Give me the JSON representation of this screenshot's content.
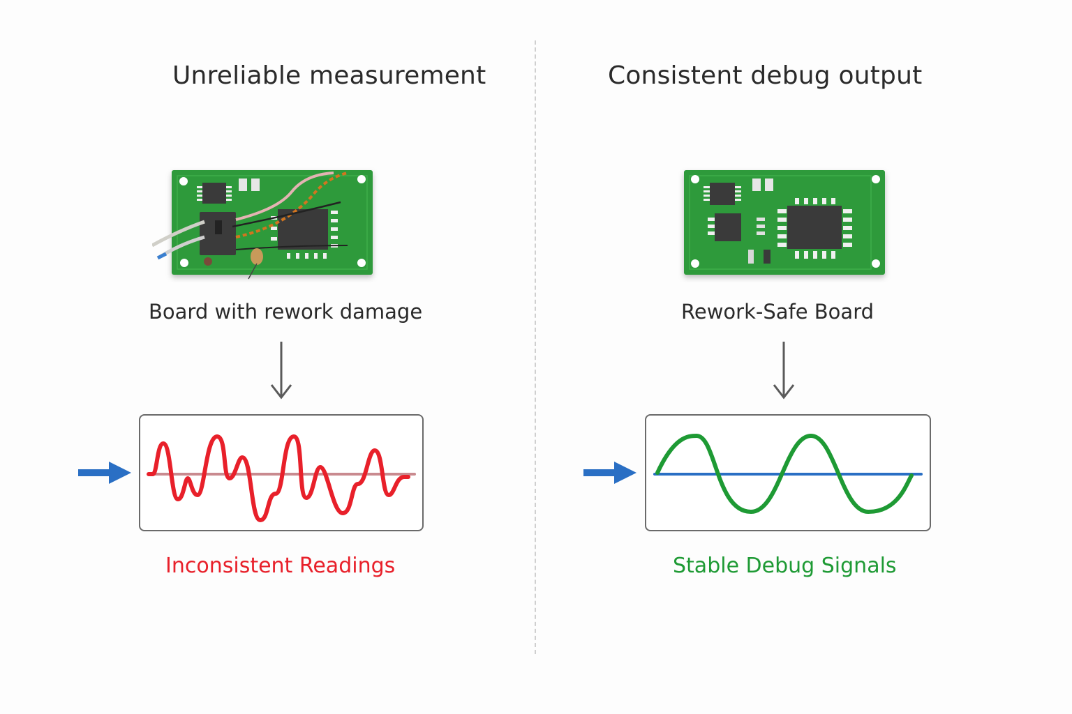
{
  "divider": {
    "style": "dashed",
    "color": "#cfcfcf"
  },
  "left": {
    "title": "Unreliable measurement",
    "board_caption": "Board with rework damage",
    "board_state": "damaged",
    "result_label": "Inconsistent Readings",
    "result_color": "#e8202a",
    "signal": "noisy",
    "baseline_color": "#c0767c"
  },
  "right": {
    "title": "Consistent debug output",
    "board_caption": "Rework-Safe Board",
    "board_state": "clean",
    "result_label": "Stable Debug Signals",
    "result_color": "#1e9a34",
    "signal": "sine",
    "baseline_color": "#2a6fc4"
  },
  "colors": {
    "pcb": "#2f9a3a",
    "chip": "#3a3a3a",
    "input_arrow": "#2a6fc4",
    "flow_arrow": "#5a5a5a"
  },
  "icons": {
    "input_arrow": "arrow-right-icon",
    "flow_arrow": "arrow-down-icon"
  }
}
